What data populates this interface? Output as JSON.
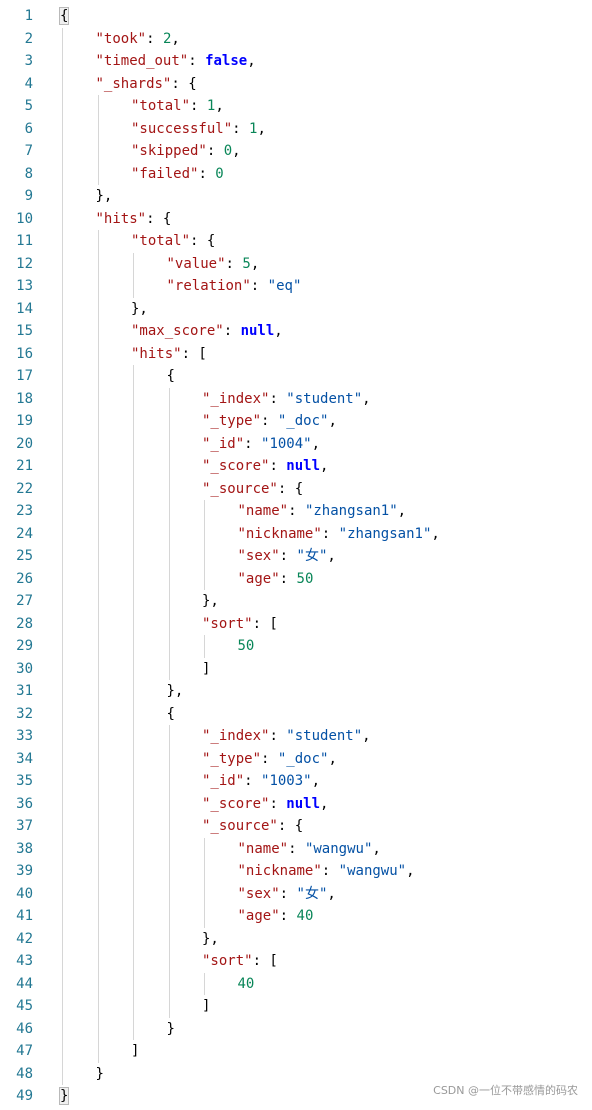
{
  "watermark": "CSDN @一位不带感情的码农",
  "lines": [
    {
      "num": "1",
      "tokens": [
        [
          "{",
          "p"
        ]
      ]
    },
    {
      "num": "2",
      "tokens": [
        [
          "\"took\"",
          "k"
        ],
        [
          ": ",
          "p"
        ],
        [
          "2",
          "n"
        ],
        [
          ",",
          "p"
        ]
      ]
    },
    {
      "num": "3",
      "tokens": [
        [
          "\"timed_out\"",
          "k"
        ],
        [
          ": ",
          "p"
        ],
        [
          "false",
          "b"
        ],
        [
          ",",
          "p"
        ]
      ]
    },
    {
      "num": "4",
      "tokens": [
        [
          "\"_shards\"",
          "k"
        ],
        [
          ": {",
          "p"
        ]
      ]
    },
    {
      "num": "5",
      "tokens": [
        [
          "\"total\"",
          "k"
        ],
        [
          ": ",
          "p"
        ],
        [
          "1",
          "n"
        ],
        [
          ",",
          "p"
        ]
      ]
    },
    {
      "num": "6",
      "tokens": [
        [
          "\"successful\"",
          "k"
        ],
        [
          ": ",
          "p"
        ],
        [
          "1",
          "n"
        ],
        [
          ",",
          "p"
        ]
      ]
    },
    {
      "num": "7",
      "tokens": [
        [
          "\"skipped\"",
          "k"
        ],
        [
          ": ",
          "p"
        ],
        [
          "0",
          "n"
        ],
        [
          ",",
          "p"
        ]
      ]
    },
    {
      "num": "8",
      "tokens": [
        [
          "\"failed\"",
          "k"
        ],
        [
          ": ",
          "p"
        ],
        [
          "0",
          "n"
        ]
      ]
    },
    {
      "num": "9",
      "tokens": [
        [
          "},",
          "p"
        ]
      ]
    },
    {
      "num": "10",
      "tokens": [
        [
          "\"hits\"",
          "k"
        ],
        [
          ": {",
          "p"
        ]
      ]
    },
    {
      "num": "11",
      "tokens": [
        [
          "\"total\"",
          "k"
        ],
        [
          ": {",
          "p"
        ]
      ]
    },
    {
      "num": "12",
      "tokens": [
        [
          "\"value\"",
          "k"
        ],
        [
          ": ",
          "p"
        ],
        [
          "5",
          "n"
        ],
        [
          ",",
          "p"
        ]
      ]
    },
    {
      "num": "13",
      "tokens": [
        [
          "\"relation\"",
          "k"
        ],
        [
          ": ",
          "p"
        ],
        [
          "\"eq\"",
          "s"
        ]
      ]
    },
    {
      "num": "14",
      "tokens": [
        [
          "},",
          "p"
        ]
      ]
    },
    {
      "num": "15",
      "tokens": [
        [
          "\"max_score\"",
          "k"
        ],
        [
          ": ",
          "p"
        ],
        [
          "null",
          "nl"
        ],
        [
          ",",
          "p"
        ]
      ]
    },
    {
      "num": "16",
      "tokens": [
        [
          "\"hits\"",
          "k"
        ],
        [
          ": [",
          "p"
        ]
      ]
    },
    {
      "num": "17",
      "tokens": [
        [
          "{",
          "p"
        ]
      ]
    },
    {
      "num": "18",
      "tokens": [
        [
          "\"_index\"",
          "k"
        ],
        [
          ": ",
          "p"
        ],
        [
          "\"student\"",
          "s"
        ],
        [
          ",",
          "p"
        ]
      ]
    },
    {
      "num": "19",
      "tokens": [
        [
          "\"_type\"",
          "k"
        ],
        [
          ": ",
          "p"
        ],
        [
          "\"_doc\"",
          "s"
        ],
        [
          ",",
          "p"
        ]
      ]
    },
    {
      "num": "20",
      "tokens": [
        [
          "\"_id\"",
          "k"
        ],
        [
          ": ",
          "p"
        ],
        [
          "\"1004\"",
          "s"
        ],
        [
          ",",
          "p"
        ]
      ]
    },
    {
      "num": "21",
      "tokens": [
        [
          "\"_score\"",
          "k"
        ],
        [
          ": ",
          "p"
        ],
        [
          "null",
          "nl"
        ],
        [
          ",",
          "p"
        ]
      ]
    },
    {
      "num": "22",
      "tokens": [
        [
          "\"_source\"",
          "k"
        ],
        [
          ": {",
          "p"
        ]
      ]
    },
    {
      "num": "23",
      "tokens": [
        [
          "\"name\"",
          "k"
        ],
        [
          ": ",
          "p"
        ],
        [
          "\"zhangsan1\"",
          "s"
        ],
        [
          ",",
          "p"
        ]
      ]
    },
    {
      "num": "24",
      "tokens": [
        [
          "\"nickname\"",
          "k"
        ],
        [
          ": ",
          "p"
        ],
        [
          "\"zhangsan1\"",
          "s"
        ],
        [
          ",",
          "p"
        ]
      ]
    },
    {
      "num": "25",
      "tokens": [
        [
          "\"sex\"",
          "k"
        ],
        [
          ": ",
          "p"
        ],
        [
          "\"女\"",
          "s"
        ],
        [
          ",",
          "p"
        ]
      ]
    },
    {
      "num": "26",
      "tokens": [
        [
          "\"age\"",
          "k"
        ],
        [
          ": ",
          "p"
        ],
        [
          "50",
          "n"
        ]
      ]
    },
    {
      "num": "27",
      "tokens": [
        [
          "},",
          "p"
        ]
      ]
    },
    {
      "num": "28",
      "tokens": [
        [
          "\"sort\"",
          "k"
        ],
        [
          ": [",
          "p"
        ]
      ]
    },
    {
      "num": "29",
      "tokens": [
        [
          "50",
          "n"
        ]
      ]
    },
    {
      "num": "30",
      "tokens": [
        [
          "]",
          "p"
        ]
      ]
    },
    {
      "num": "31",
      "tokens": [
        [
          "},",
          "p"
        ]
      ]
    },
    {
      "num": "32",
      "tokens": [
        [
          "{",
          "p"
        ]
      ]
    },
    {
      "num": "33",
      "tokens": [
        [
          "\"_index\"",
          "k"
        ],
        [
          ": ",
          "p"
        ],
        [
          "\"student\"",
          "s"
        ],
        [
          ",",
          "p"
        ]
      ]
    },
    {
      "num": "34",
      "tokens": [
        [
          "\"_type\"",
          "k"
        ],
        [
          ": ",
          "p"
        ],
        [
          "\"_doc\"",
          "s"
        ],
        [
          ",",
          "p"
        ]
      ]
    },
    {
      "num": "35",
      "tokens": [
        [
          "\"_id\"",
          "k"
        ],
        [
          ": ",
          "p"
        ],
        [
          "\"1003\"",
          "s"
        ],
        [
          ",",
          "p"
        ]
      ]
    },
    {
      "num": "36",
      "tokens": [
        [
          "\"_score\"",
          "k"
        ],
        [
          ": ",
          "p"
        ],
        [
          "null",
          "nl"
        ],
        [
          ",",
          "p"
        ]
      ]
    },
    {
      "num": "37",
      "tokens": [
        [
          "\"_source\"",
          "k"
        ],
        [
          ": {",
          "p"
        ]
      ]
    },
    {
      "num": "38",
      "tokens": [
        [
          "\"name\"",
          "k"
        ],
        [
          ": ",
          "p"
        ],
        [
          "\"wangwu\"",
          "s"
        ],
        [
          ",",
          "p"
        ]
      ]
    },
    {
      "num": "39",
      "tokens": [
        [
          "\"nickname\"",
          "k"
        ],
        [
          ": ",
          "p"
        ],
        [
          "\"wangwu\"",
          "s"
        ],
        [
          ",",
          "p"
        ]
      ]
    },
    {
      "num": "40",
      "tokens": [
        [
          "\"sex\"",
          "k"
        ],
        [
          ": ",
          "p"
        ],
        [
          "\"女\"",
          "s"
        ],
        [
          ",",
          "p"
        ]
      ]
    },
    {
      "num": "41",
      "tokens": [
        [
          "\"age\"",
          "k"
        ],
        [
          ": ",
          "p"
        ],
        [
          "40",
          "n"
        ]
      ]
    },
    {
      "num": "42",
      "tokens": [
        [
          "},",
          "p"
        ]
      ]
    },
    {
      "num": "43",
      "tokens": [
        [
          "\"sort\"",
          "k"
        ],
        [
          ": [",
          "p"
        ]
      ]
    },
    {
      "num": "44",
      "tokens": [
        [
          "40",
          "n"
        ]
      ]
    },
    {
      "num": "45",
      "tokens": [
        [
          "]",
          "p"
        ]
      ]
    },
    {
      "num": "46",
      "tokens": [
        [
          "}",
          "p"
        ]
      ]
    },
    {
      "num": "47",
      "tokens": [
        [
          "]",
          "p"
        ]
      ]
    },
    {
      "num": "48",
      "tokens": [
        [
          "}",
          "p"
        ]
      ]
    },
    {
      "num": "49",
      "tokens": [
        [
          "}",
          "p"
        ]
      ]
    }
  ]
}
